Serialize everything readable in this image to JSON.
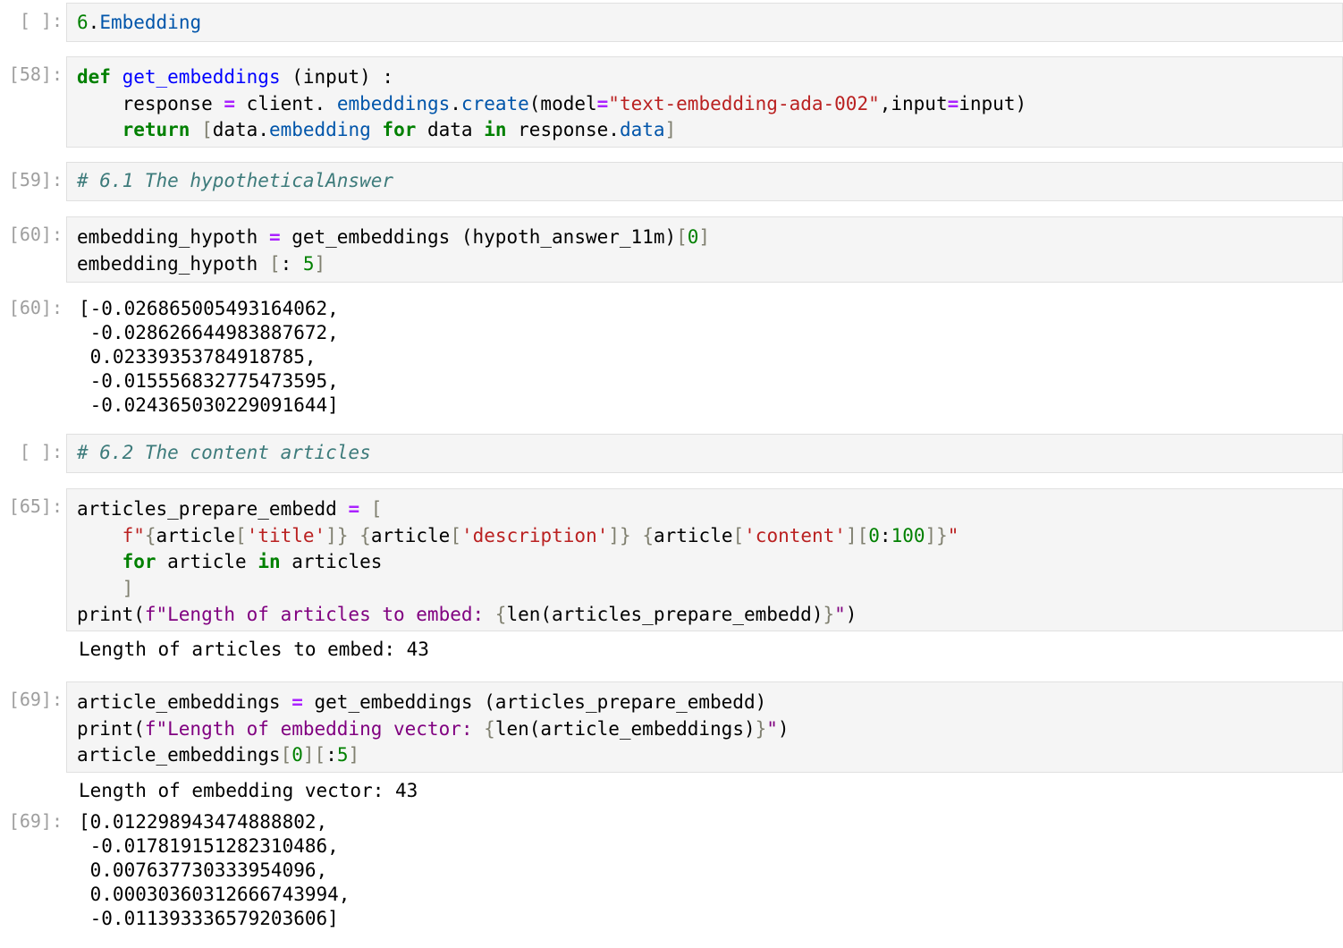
{
  "cells": [
    {
      "prompt": "[ ]:",
      "tokens": [
        [
          {
            "t": "6",
            "c": "num"
          },
          {
            "t": ".",
            "c": ""
          },
          {
            "t": "Embedding",
            "c": "at"
          }
        ]
      ]
    },
    {
      "prompt": "[58]:",
      "tokens": [
        [
          {
            "t": "def",
            "c": "kw"
          },
          {
            "t": " ",
            "c": ""
          },
          {
            "t": "get_embeddings",
            "c": "fn"
          },
          {
            "t": " (input) :",
            "c": ""
          }
        ],
        [
          {
            "t": "    response ",
            "c": ""
          },
          {
            "t": "=",
            "c": "op"
          },
          {
            "t": " client. ",
            "c": ""
          },
          {
            "t": "embeddings",
            "c": "at"
          },
          {
            "t": ".",
            "c": ""
          },
          {
            "t": "create",
            "c": "at"
          },
          {
            "t": "(model",
            "c": ""
          },
          {
            "t": "=",
            "c": "op"
          },
          {
            "t": "\"text-embedding-ada-002\"",
            "c": "str"
          },
          {
            "t": ",input",
            "c": ""
          },
          {
            "t": "=",
            "c": "op"
          },
          {
            "t": "input)",
            "c": ""
          }
        ],
        [
          {
            "t": "    ",
            "c": ""
          },
          {
            "t": "return",
            "c": "kw"
          },
          {
            "t": " ",
            "c": ""
          },
          {
            "t": "[",
            "c": "br"
          },
          {
            "t": "data.",
            "c": ""
          },
          {
            "t": "embedding",
            "c": "at"
          },
          {
            "t": " ",
            "c": ""
          },
          {
            "t": "for",
            "c": "kw"
          },
          {
            "t": " data ",
            "c": ""
          },
          {
            "t": "in",
            "c": "kw"
          },
          {
            "t": " response.",
            "c": ""
          },
          {
            "t": "data",
            "c": "at"
          },
          {
            "t": "]",
            "c": "br"
          }
        ]
      ]
    },
    {
      "prompt": "[59]:",
      "tokens": [
        [
          {
            "t": "# 6.1 The hypotheticalAnswer",
            "c": "cm"
          }
        ]
      ]
    },
    {
      "prompt": "[60]:",
      "tokens": [
        [
          {
            "t": "embedding_hypoth ",
            "c": ""
          },
          {
            "t": "=",
            "c": "op"
          },
          {
            "t": " get_embeddings (hypoth_answer_11m)",
            "c": ""
          },
          {
            "t": "[",
            "c": "br"
          },
          {
            "t": "0",
            "c": "num"
          },
          {
            "t": "]",
            "c": "br"
          }
        ],
        [
          {
            "t": "embedding_hypoth ",
            "c": ""
          },
          {
            "t": "[",
            "c": "br"
          },
          {
            "t": ": ",
            "c": ""
          },
          {
            "t": "5",
            "c": "num"
          },
          {
            "t": "]",
            "c": "br"
          }
        ]
      ]
    },
    {
      "prompt": "[ ]:",
      "tokens": [
        [
          {
            "t": "# 6.2 The content articles",
            "c": "cm"
          }
        ]
      ]
    },
    {
      "prompt": "[65]:",
      "tokens": [
        [
          {
            "t": "articles_prepare_embedd ",
            "c": ""
          },
          {
            "t": "=",
            "c": "op"
          },
          {
            "t": " ",
            "c": ""
          },
          {
            "t": "[",
            "c": "br"
          }
        ],
        [
          {
            "t": "    ",
            "c": ""
          },
          {
            "t": "f\"",
            "c": "str"
          },
          {
            "t": "{",
            "c": "br"
          },
          {
            "t": "article",
            "c": ""
          },
          {
            "t": "[",
            "c": "br"
          },
          {
            "t": "'title'",
            "c": "str"
          },
          {
            "t": "]}",
            "c": "br"
          },
          {
            "t": " ",
            "c": "str"
          },
          {
            "t": "{",
            "c": "br"
          },
          {
            "t": "article",
            "c": ""
          },
          {
            "t": "[",
            "c": "br"
          },
          {
            "t": "'description'",
            "c": "str"
          },
          {
            "t": "]}",
            "c": "br"
          },
          {
            "t": " ",
            "c": "str"
          },
          {
            "t": "{",
            "c": "br"
          },
          {
            "t": "article",
            "c": ""
          },
          {
            "t": "[",
            "c": "br"
          },
          {
            "t": "'content'",
            "c": "str"
          },
          {
            "t": "][",
            "c": "br"
          },
          {
            "t": "0",
            "c": "num"
          },
          {
            "t": ":",
            "c": ""
          },
          {
            "t": "100",
            "c": "num"
          },
          {
            "t": "]}",
            "c": "br"
          },
          {
            "t": "\"",
            "c": "str"
          }
        ],
        [
          {
            "t": "    ",
            "c": ""
          },
          {
            "t": "for",
            "c": "kw"
          },
          {
            "t": " article ",
            "c": ""
          },
          {
            "t": "in",
            "c": "kw"
          },
          {
            "t": " articles",
            "c": ""
          }
        ],
        [
          {
            "t": "    ",
            "c": ""
          },
          {
            "t": "]",
            "c": "br"
          }
        ],
        [
          {
            "t": "print(",
            "c": ""
          },
          {
            "t": "f\"Length of articles to embed: ",
            "c": "fs"
          },
          {
            "t": "{",
            "c": "br"
          },
          {
            "t": "len(articles_prepare_embedd)",
            "c": ""
          },
          {
            "t": "}",
            "c": "br"
          },
          {
            "t": "\"",
            "c": "fs"
          },
          {
            "t": ")",
            "c": ""
          }
        ]
      ]
    },
    {
      "prompt": "[69]:",
      "tokens": [
        [
          {
            "t": "article_embeddings ",
            "c": ""
          },
          {
            "t": "=",
            "c": "op"
          },
          {
            "t": " get_embeddings (articles_prepare_embedd)",
            "c": ""
          }
        ],
        [
          {
            "t": "print(",
            "c": ""
          },
          {
            "t": "f\"Length of embedding vector: ",
            "c": "fs"
          },
          {
            "t": "{",
            "c": "br"
          },
          {
            "t": "len(article_embeddings)",
            "c": ""
          },
          {
            "t": "}",
            "c": "br"
          },
          {
            "t": "\"",
            "c": "fs"
          },
          {
            "t": ")",
            "c": ""
          }
        ],
        [
          {
            "t": "article_embeddings",
            "c": ""
          },
          {
            "t": "[",
            "c": "br"
          },
          {
            "t": "0",
            "c": "num"
          },
          {
            "t": "][",
            "c": "br"
          },
          {
            "t": ":",
            "c": ""
          },
          {
            "t": "5",
            "c": "num"
          },
          {
            "t": "]",
            "c": "br"
          }
        ]
      ]
    }
  ],
  "outputs": [
    {
      "prompt": "[60]:",
      "text": "[-0.026865005493164062,\n -0.028626644983887672,\n 0.02339353784918785,\n -0.015556832775473595,\n -0.024365030229091644]"
    },
    {
      "prompt": "",
      "text": "Length of articles to embed: 43"
    },
    {
      "prompt": "",
      "text": "Length of embedding vector: 43"
    },
    {
      "prompt": "[69]:",
      "text": "[0.012298943474888802,\n -0.017819151282310486,\n 0.007637730333954096,\n 0.00030360312666743994,\n -0.011393336579203606]"
    }
  ]
}
